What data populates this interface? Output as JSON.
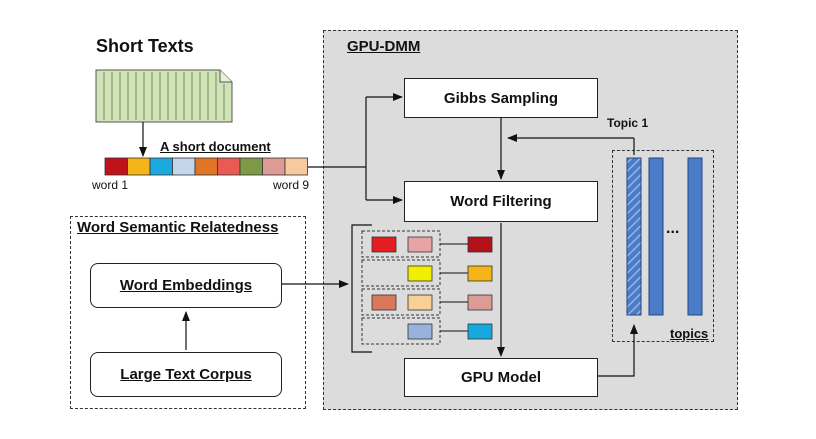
{
  "short_texts": {
    "title": "Short Texts"
  },
  "document": {
    "label": "A short document",
    "first_word": "word 1",
    "last_word": "word 9",
    "word_colors": [
      "#c0121a",
      "#f5b417",
      "#1ba9e0",
      "#c5d6ea",
      "#e07427",
      "#ea5a55",
      "#7c9a45",
      "#dd9b95",
      "#f6c99f"
    ]
  },
  "gpu_dmm": {
    "title": "GPU-DMM",
    "gibbs_sampling": "Gibbs Sampling",
    "word_filtering": "Word Filtering",
    "gpu_model": "GPU Model",
    "topic_label": "Topic 1",
    "topics_label": "topics",
    "ellipsis": "...",
    "filter_rows": [
      {
        "left": [
          "#e41d20",
          "#e8a3a7"
        ],
        "right": "#b4121a"
      },
      {
        "left": [
          "#f2ee00"
        ],
        "right": "#f5b417"
      },
      {
        "left": [
          "#d9785a",
          "#f8cf94"
        ],
        "right": "#dd9b95"
      },
      {
        "left": [
          "#97b3dd"
        ],
        "right": "#16a9e0"
      }
    ]
  },
  "word_semantic": {
    "title": "Word Semantic Relatedness",
    "embeddings": "Word Embeddings",
    "corpus": "Large Text Corpus"
  },
  "colors": {
    "panel_bg": "#dcdcdc",
    "document_green": "#d2e3b7",
    "topic_blue": "#4a7cc7"
  }
}
